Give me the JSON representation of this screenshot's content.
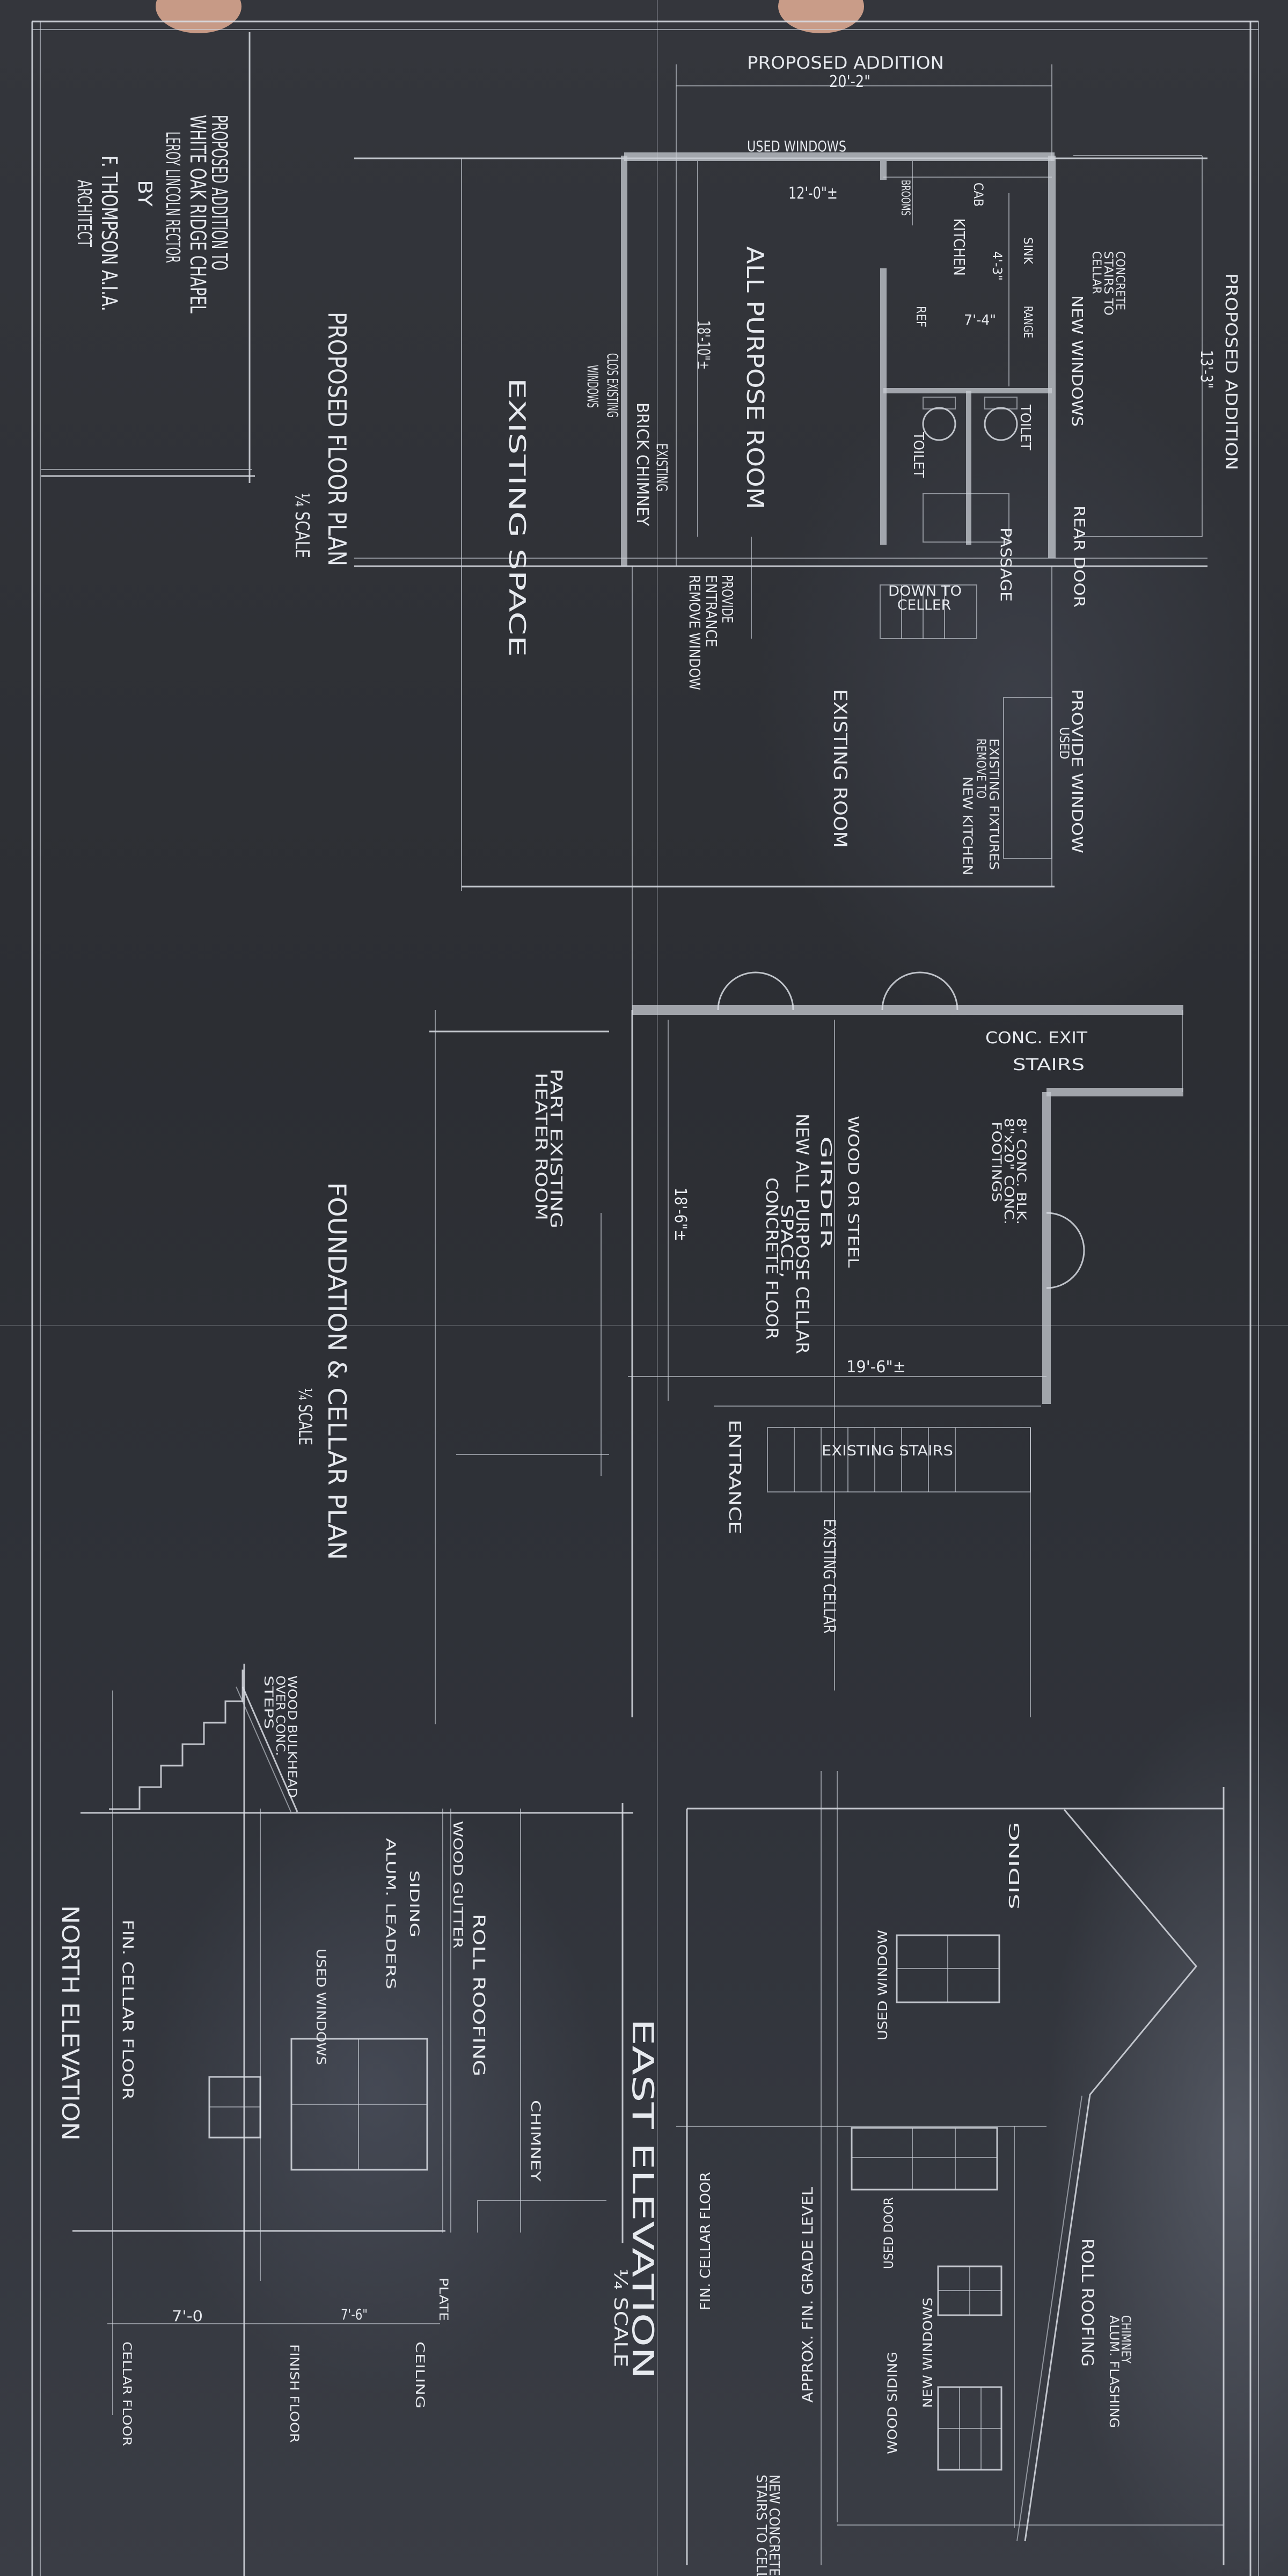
{
  "title_block": {
    "line1": "PROPOSED ADDITION TO",
    "line2": "WHITE OAK RIDGE CHAPEL",
    "line3": "LEROY LINCOLN RECTOR",
    "line4": "BY",
    "line5": "F. THOMPSON A.I.A.",
    "line6": "ARCHITECT"
  },
  "floor_plan": {
    "title": "PROPOSED FLOOR PLAN",
    "scale": "¼ SCALE",
    "existing_space": "EXISTING SPACE",
    "all_purpose_room": "ALL PURPOSE ROOM",
    "dim_room_length": "18'-10\"±",
    "existing": "EXISTING",
    "brick_chimney": "BRICK CHIMNEY",
    "clos_existing": "CLOS EXISTING",
    "windows": "WINDOWS",
    "provide": "PROVIDE",
    "entrance": "ENTRANCE",
    "remove_window": "REMOVE WINDOW",
    "used_windows": "USED WINDOWS",
    "proposed_addition_top": "PROPOSED ADDITION",
    "dim_addition_width": "20'-2\"",
    "dim_12": "12'-0\"±",
    "kitchen": "KITCHEN",
    "cab": "CAB",
    "brooms": "BROOMS",
    "sink": "SINK",
    "range": "RANGE",
    "ref": "REF",
    "dim_7_4": "7'-4\"",
    "dim_4_3": "4'-3\"",
    "toilet_left": "TOILET",
    "toilet_right": "TOILET",
    "passage": "PASSAGE",
    "down_to": "DOWN TO",
    "celler": "CELLER",
    "new_windows": "NEW WINDOWS",
    "concrete": "CONCRETE",
    "stairs_to": "STAIRS TO",
    "cellar": "CELLAR",
    "proposed_addition_side": "PROPOSED ADDITION",
    "dim_13_3": "13'-3\"",
    "rear_door": "REAR DOOR",
    "provide_window": "PROVIDE WINDOW",
    "used": "USED",
    "existing_fixtures": "EXISTING FIXTURES",
    "remove_to": "REMOVE TO",
    "new_kitchen": "NEW KITCHEN",
    "existing_room": "EXISTING ROOM"
  },
  "foundation_plan": {
    "title": "FOUNDATION & CELLAR PLAN",
    "scale": "¼ SCALE",
    "conc_exit": "CONC. EXIT",
    "stairs": "STAIRS",
    "conc_blk": "8\" CONC. BLK.",
    "conc_footing_size": "8\"x20\" CONC.",
    "footings": "FOOTINGS",
    "wood_or_steel": "WOOD OR STEEL",
    "girder": "GIRDER",
    "new_cellar": "NEW ALL PURPOSE CELLAR",
    "space": "SPACE,",
    "concrete_floor": "CONCRETE FLOOR",
    "dim_18_6": "18'-6\"±",
    "part_existing": "PART EXISTING",
    "heater_room": "HEATER ROOM",
    "dim_19_6": "19'-6\"±",
    "existing_stairs": "EXISTING STAIRS",
    "entrance": "ENTRANCE",
    "existing_cellar": "EXISTING CELLAR"
  },
  "east_elevation": {
    "title": "EAST ELEVATION",
    "scale": "¼ SCALE",
    "siding": "SIDING",
    "used_window": "USED WINDOW",
    "used_door": "USED DOOR",
    "new_windows": "NEW WINDOWS",
    "wood_siding": "WOOD SIDING",
    "grade_level": "APPROX. FIN. GRADE LEVEL",
    "fin_cellar_floor": "FIN. CELLAR FLOOR",
    "roll_roofing": "ROLL ROOFING",
    "chimney": "CHIMNEY",
    "alum_flashing": "ALUM. FLASHING",
    "new_concrete": "NEW CONCRETE",
    "stairs_to_cellar": "STAIRS TO CELLAR"
  },
  "north_elevation": {
    "title": "NORTH ELEVATION",
    "fin_cellar_floor": "FIN. CELLAR FLOOR",
    "wood_bulkhead": "WOOD BULKHEAD",
    "over_conc": "OVER CONC.",
    "steps": "STEPS",
    "used_windows": "USED WINDOWS",
    "siding": "SIDING",
    "alum_leaders": "ALUM. LEADERS",
    "wood_gutter": "WOOD GUTTER",
    "roll_roofing": "ROLL ROOFING",
    "chimney": "CHIMNEY",
    "dim_7_0": "7'-0",
    "dim_7_6": "7'-6\"",
    "plate": "PLATE",
    "ceiling": "CEILING",
    "finish_floor": "FINISH FLOOR",
    "cellar_floor": "CELLAR FLOOR"
  },
  "colors": {
    "paper": "#2e3036",
    "ink": "#e6e9ee"
  }
}
